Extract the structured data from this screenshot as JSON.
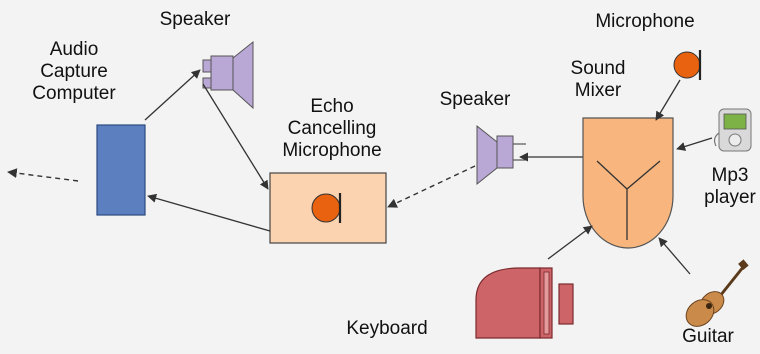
{
  "labels": {
    "audio_capture_line1": "Audio",
    "audio_capture_line2": "Capture",
    "audio_capture_line3": "Computer",
    "speaker_left": "Speaker",
    "echo_line1": "Echo",
    "echo_line2": "Cancelling",
    "echo_line3": "Microphone",
    "speaker_right": "Speaker",
    "microphone": "Microphone",
    "sound_mixer_line1": "Sound",
    "sound_mixer_line2": "Mixer",
    "mp3_line1": "Mp3",
    "mp3_line2": "player",
    "keyboard": "Keyboard",
    "guitar": "Guitar"
  },
  "colors": {
    "computer_fill": "#5b7fbf",
    "speaker_fill": "#b9a7d6",
    "echo_box_fill": "#fbd3b0",
    "mixer_fill": "#f8b67e",
    "mic_fill": "#e8620f",
    "keyboard_fill": "#cd6468",
    "guitar_fill": "#c98a4a"
  }
}
